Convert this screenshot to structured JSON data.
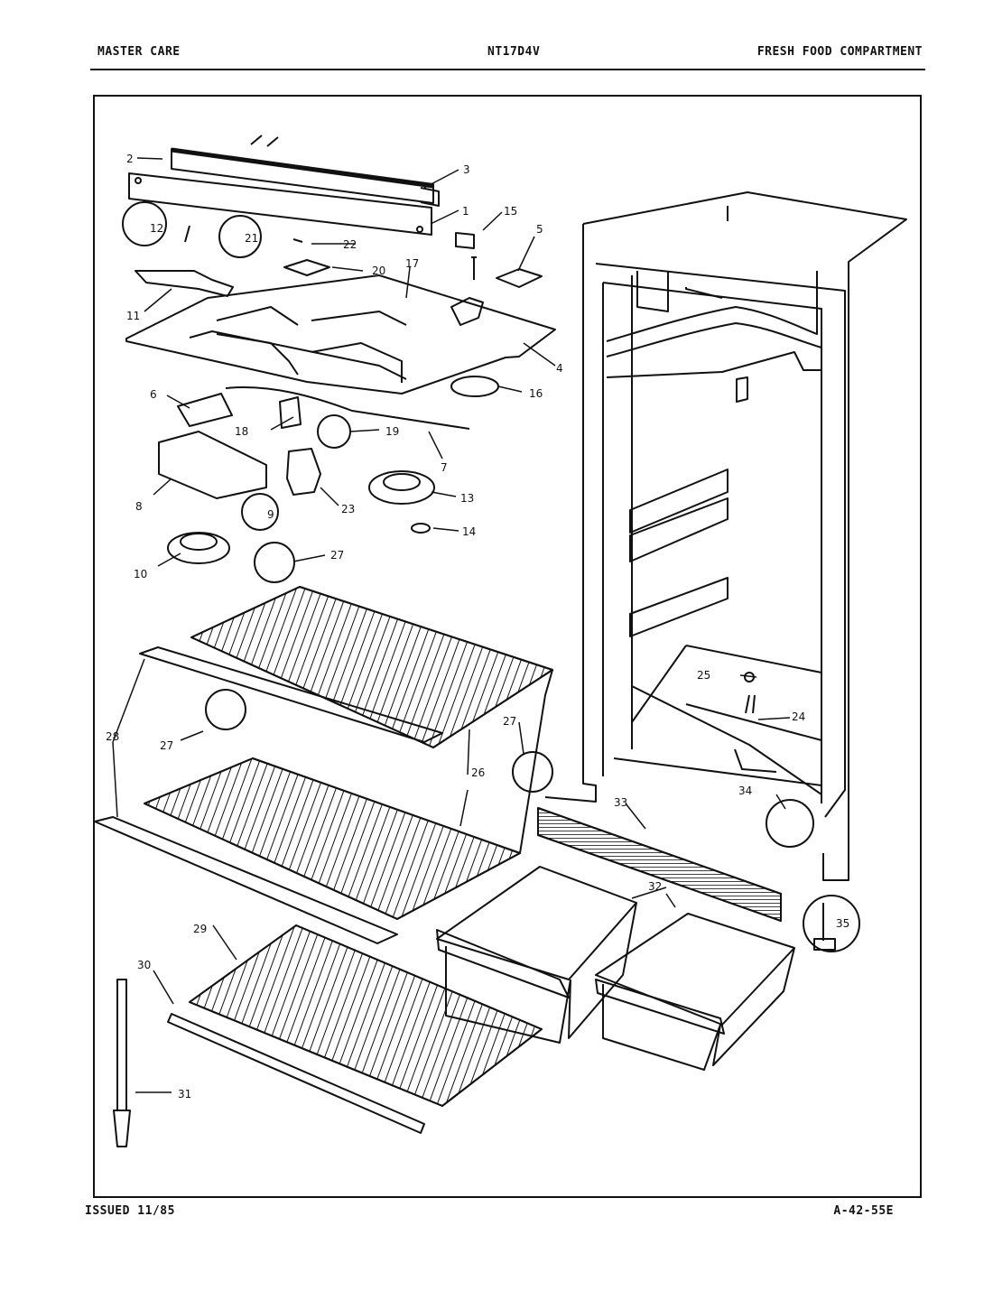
{
  "header": {
    "brand": "MASTER CARE",
    "model": "NT17D4V",
    "section": "FRESH FOOD COMPARTMENT"
  },
  "footer": {
    "issued": "ISSUED 11/85",
    "drawing_code": "A-42-55E"
  },
  "callouts": [
    "1",
    "2",
    "3",
    "4",
    "5",
    "6",
    "7",
    "8",
    "9",
    "10",
    "11",
    "12",
    "13",
    "14",
    "15",
    "16",
    "17",
    "18",
    "19",
    "20",
    "21",
    "22",
    "23",
    "24",
    "25",
    "26",
    "27",
    "28",
    "29",
    "30",
    "31",
    "32",
    "33",
    "34",
    "35"
  ]
}
